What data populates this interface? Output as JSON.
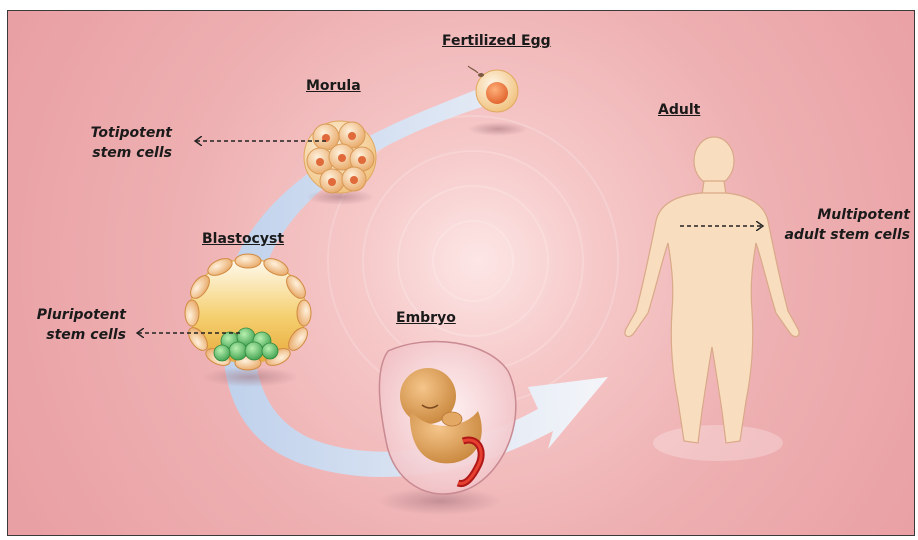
{
  "stages": {
    "fertilized_egg": "Fertilized Egg",
    "morula": "Morula",
    "blastocyst": "Blastocyst",
    "embryo": "Embryo",
    "adult": "Adult"
  },
  "cell_types": {
    "totipotent": [
      "Totipotent",
      "stem cells"
    ],
    "pluripotent": [
      "Pluripotent",
      "stem cells"
    ],
    "multipotent": [
      "Multipotent",
      "adult stem cells"
    ]
  },
  "colors": {
    "background": "#eeb0b2",
    "flow_arrow": "#cfe0f2",
    "cell_fill": "#f2c48f",
    "inner_cell_mass": "#5cc06a",
    "body_fill": "#f8ddbf"
  }
}
